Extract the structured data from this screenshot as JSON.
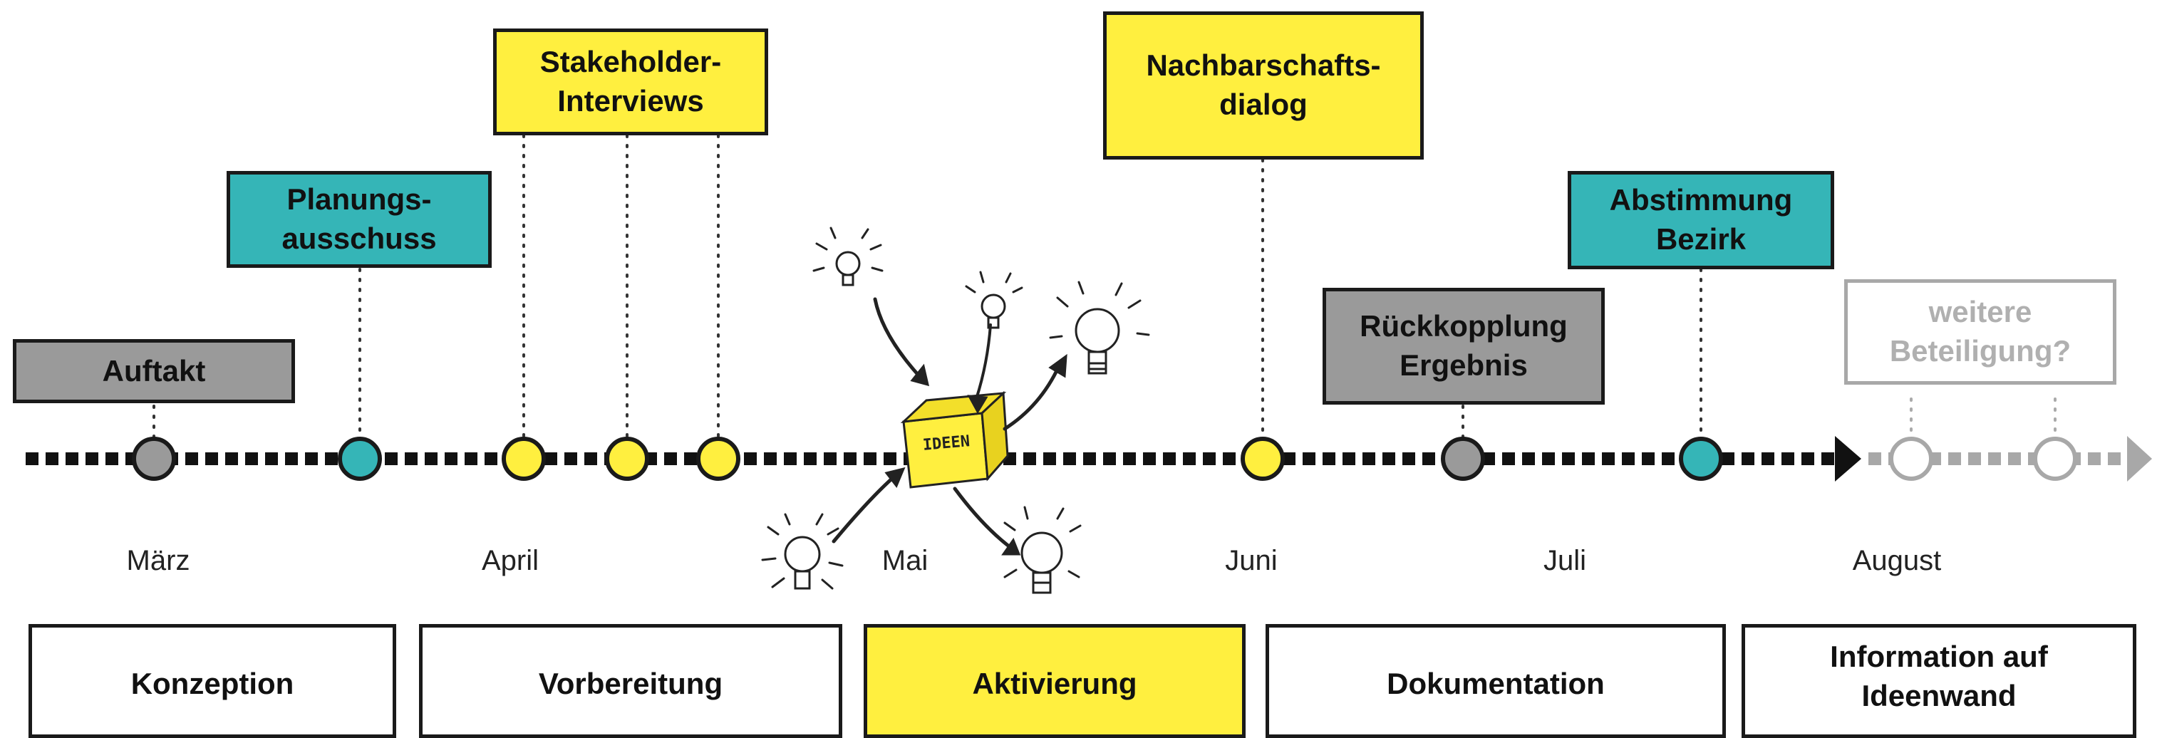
{
  "events": [
    {
      "id": "auftakt",
      "label": "Auftakt",
      "color": "grey"
    },
    {
      "id": "planungsausschuss",
      "label": "Planungs-\nausschuss",
      "color": "teal"
    },
    {
      "id": "stakeholder",
      "label": "Stakeholder-\nInterviews",
      "color": "yellow"
    },
    {
      "id": "nachbarschaftsdialog",
      "label": "Nachbarschafts-\ndialog",
      "color": "yellow"
    },
    {
      "id": "rueckkopplung",
      "label": "Rückkopplung\nErgebnis",
      "color": "grey"
    },
    {
      "id": "abstimmung",
      "label": "Abstimmung\nBezirk",
      "color": "teal"
    },
    {
      "id": "weitere",
      "label": "weitere\nBeteiligung?",
      "color": "ghost"
    }
  ],
  "months": [
    "März",
    "April",
    "Mai",
    "Juni",
    "Juli",
    "August"
  ],
  "phases": [
    "Konzeption",
    "Vorbereitung",
    "Aktivierung",
    "Dokumentation",
    "Information auf\nIdeenwand"
  ],
  "sketch": {
    "box_label": "IDEEN"
  },
  "colors": {
    "yellow": "#ffef3f",
    "teal": "#35b5b7",
    "grey": "#9a9a9a",
    "ghost": "#a8a8a8",
    "line": "#111111"
  }
}
